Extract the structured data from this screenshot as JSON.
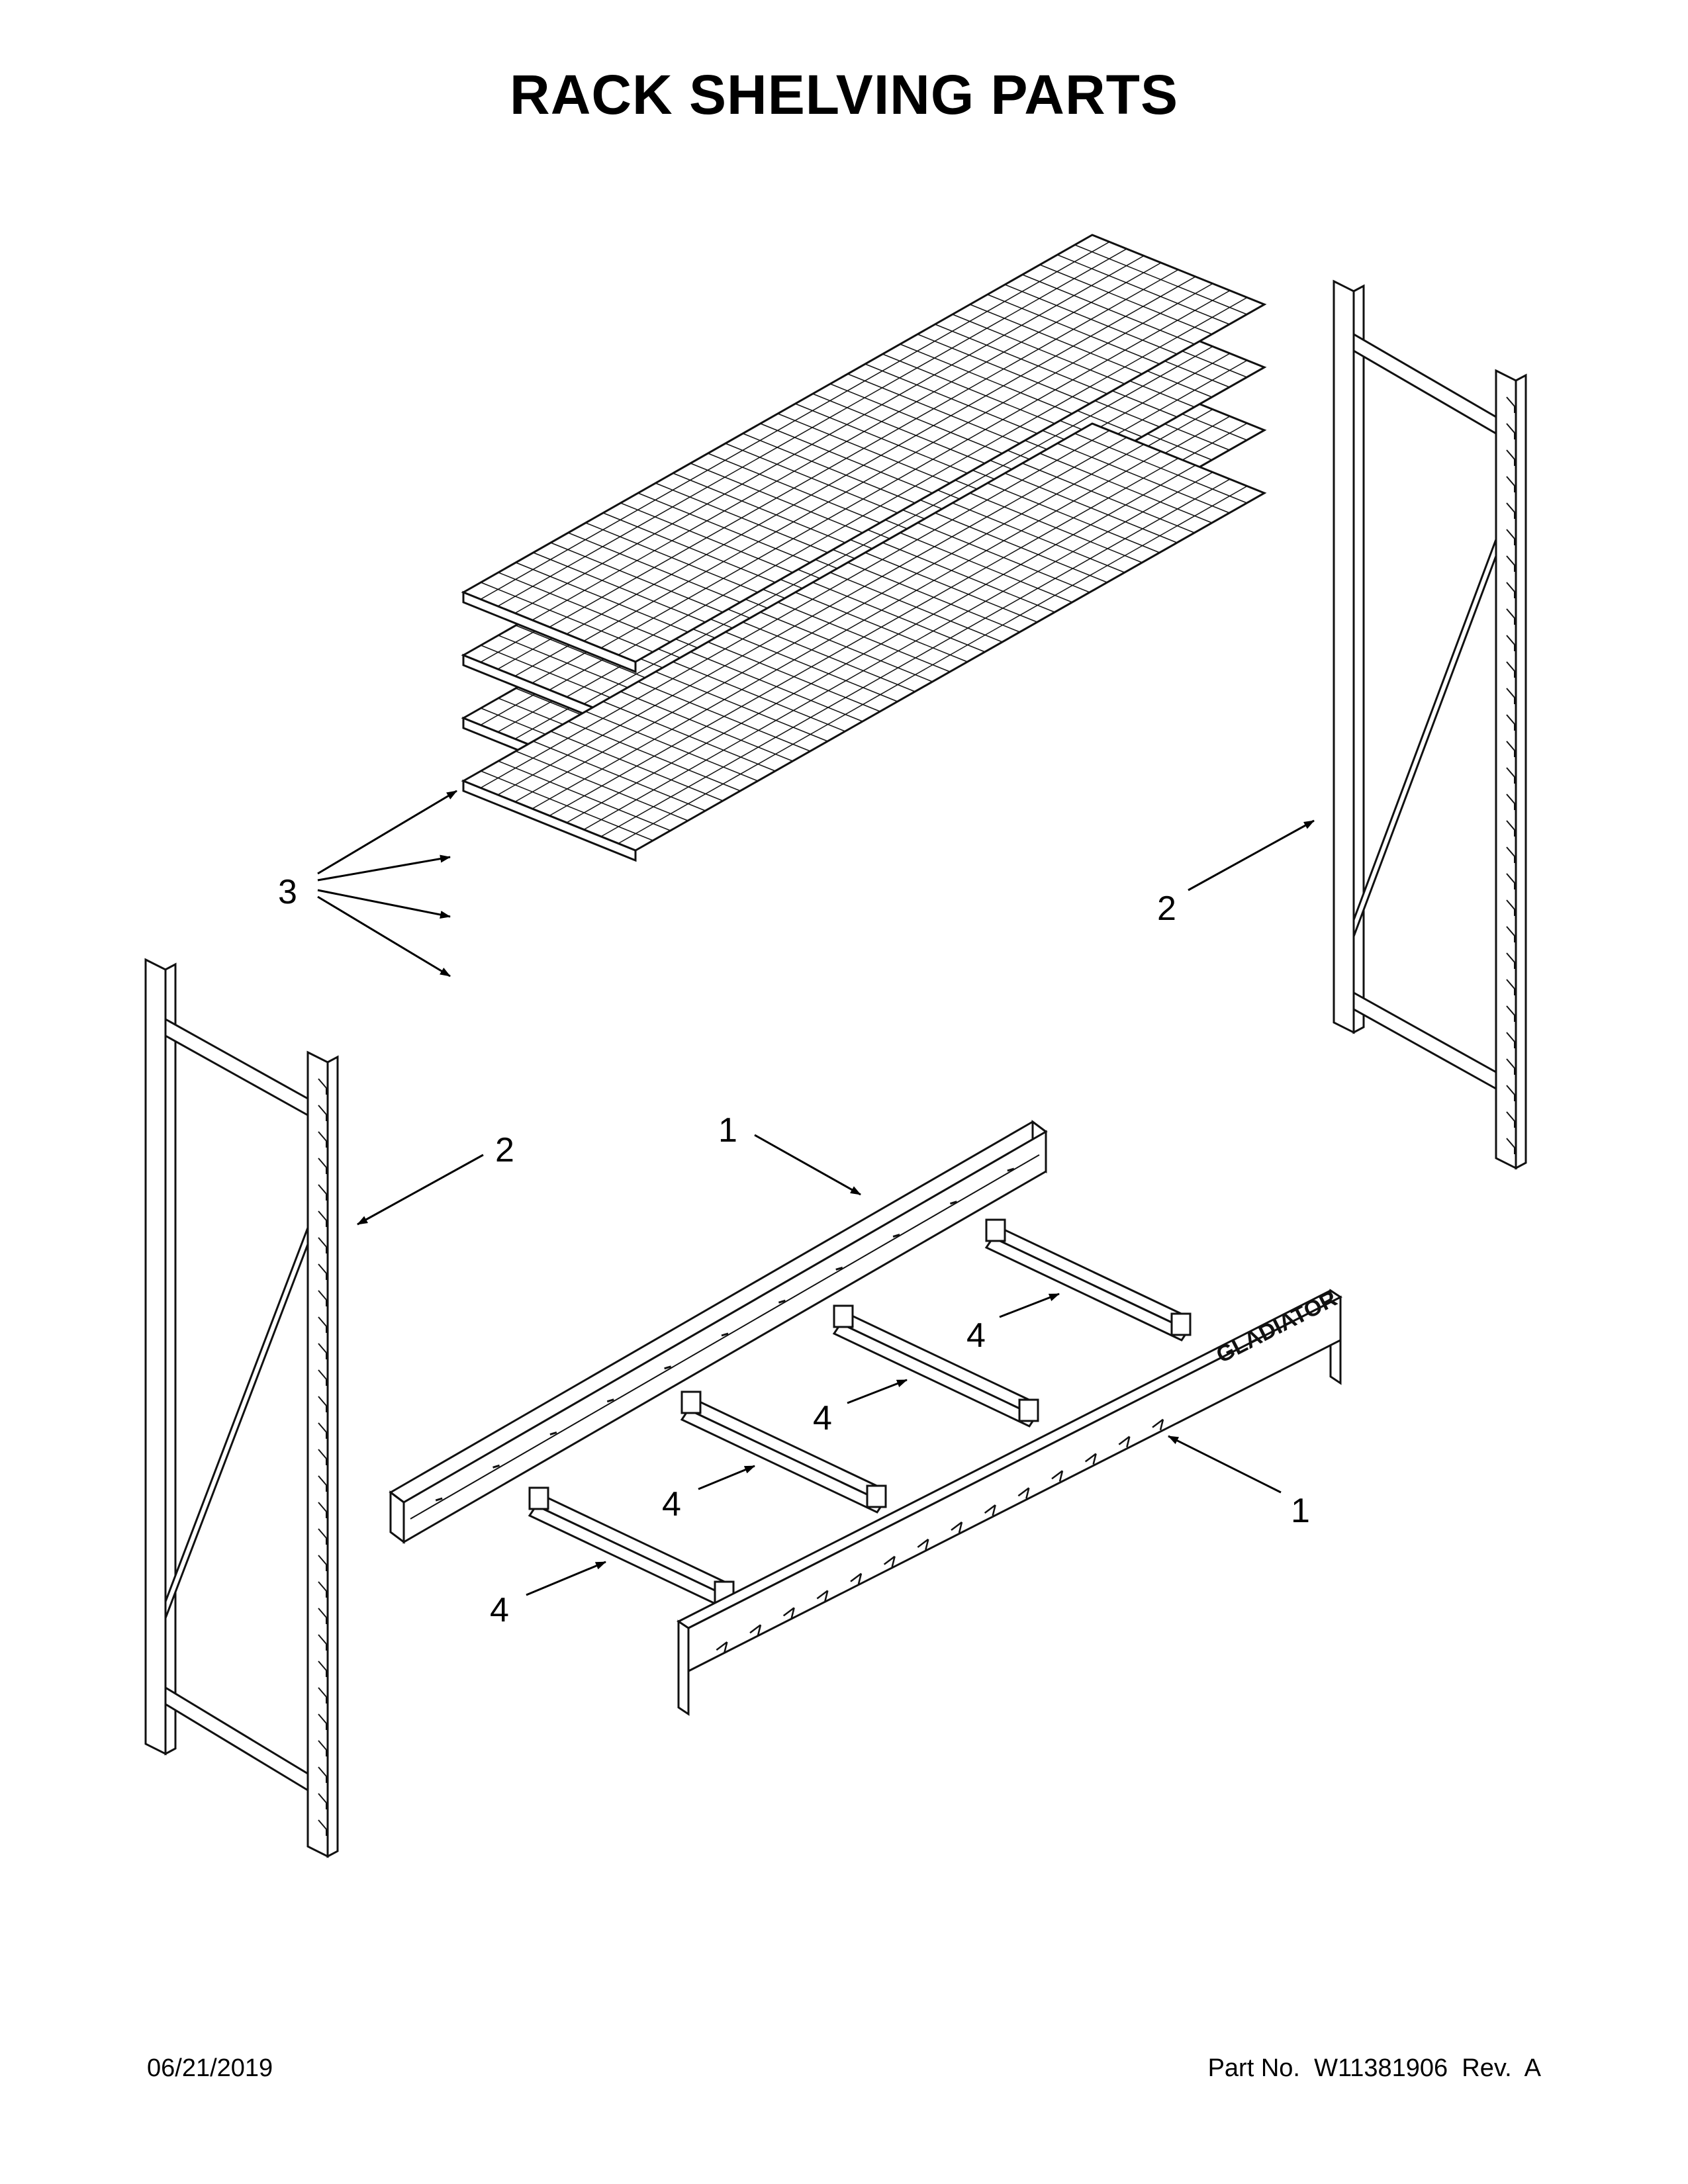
{
  "title": "RACK SHELVING PARTS",
  "callouts": {
    "beam_back": "1",
    "beam_front": "1",
    "upright_right": "2",
    "upright_left": "2",
    "wire_decks": "3",
    "support_1": "4",
    "support_2": "4",
    "support_3": "4",
    "support_4": "4"
  },
  "beam_logo_text": "GLADIATOR",
  "footer": {
    "date": "06/21/2019",
    "part_number": "Part No.  W11381906  Rev.  A"
  }
}
